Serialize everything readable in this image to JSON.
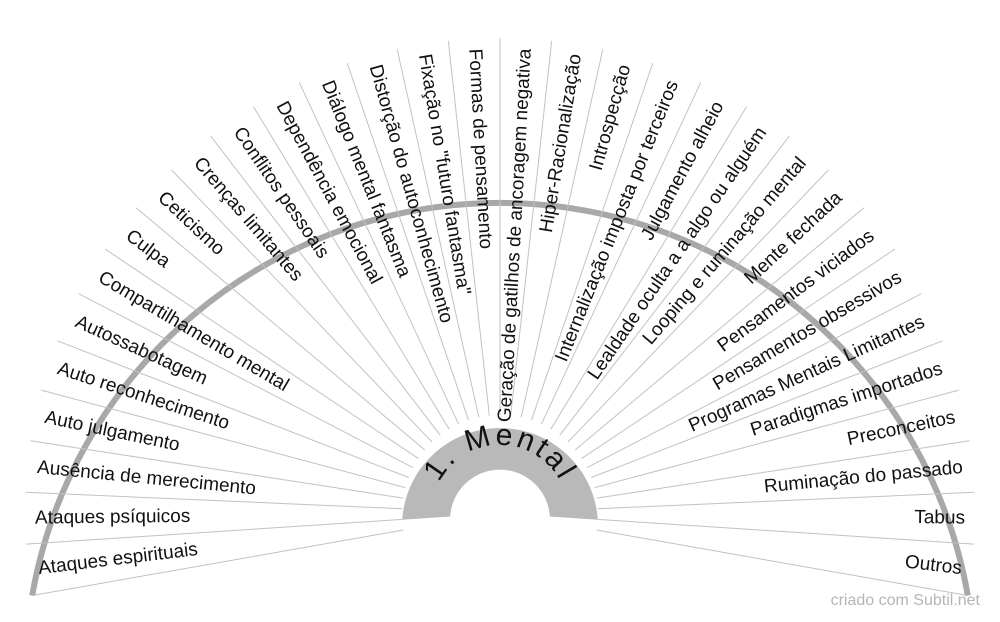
{
  "center_title": "1. Mental",
  "footer": "criado com Subtil.net",
  "colors": {
    "rim": "#a8a8a8",
    "hub": "#b9b9b9",
    "divider": "#c2c2c2",
    "text": "#111111"
  },
  "segments": [
    "Ataques espirituais",
    "Ataques psíquicos",
    "Ausência de merecimento",
    "Auto julgamento",
    "Auto reconhecimento",
    "Autossabotagem",
    "Compartilhamento mental",
    "Culpa",
    "Ceticismo",
    "Crenças limitantes",
    "Conflitos pessoais",
    "Dependência emocional",
    "Diálogo mental fantasma",
    "Distorção do autoconhecimento",
    "Fixação no \"futuro fantasma\"",
    "Formas de pensamento",
    "Geração de gatilhos de ancoragem negativa",
    "Hiper-Racionalização",
    "Introspecção",
    "Internalização imposta por terceiros",
    "Julgamento alheio",
    "Lealdade oculta a a algo ou alguém",
    "Looping e ruminação mental",
    "Mente fechada",
    "Pensamentos viciados",
    "Pensamentos obsessivos",
    "Programas Mentais Limitantes",
    "Paradigmas importados",
    "Preconceitos",
    "Ruminação do passado",
    "Tabus",
    "Outros"
  ]
}
